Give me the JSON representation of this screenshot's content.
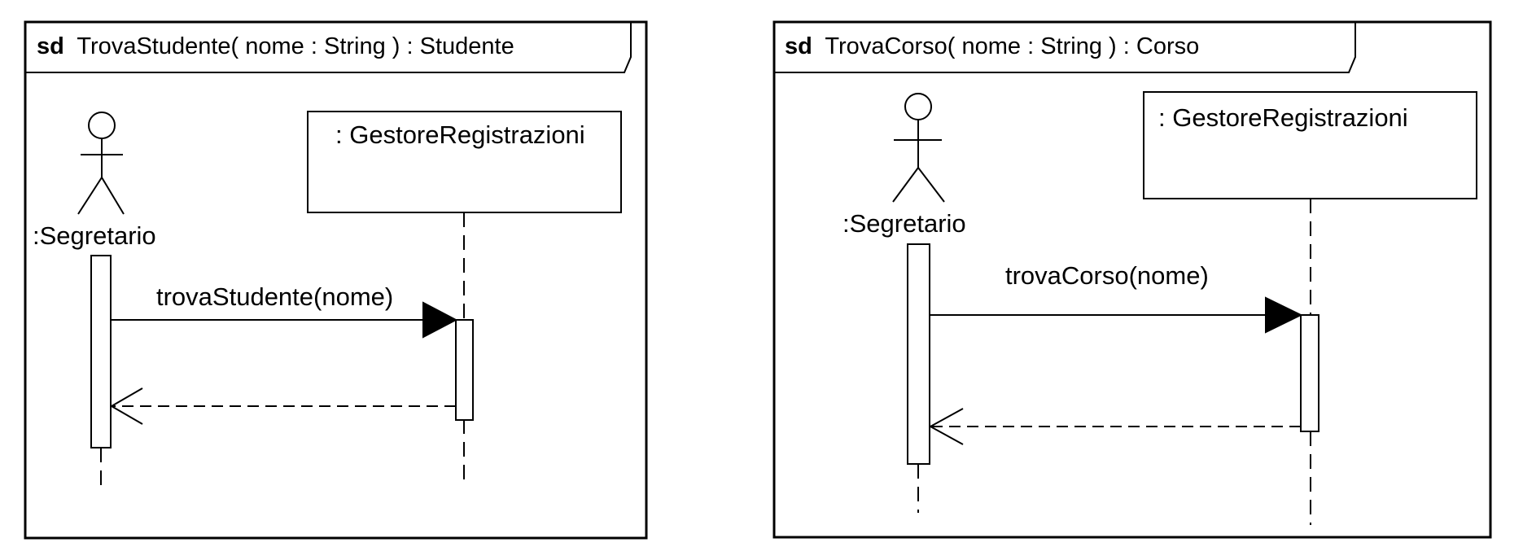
{
  "diagrams": [
    {
      "frame_keyword": "sd",
      "frame_title": "TrovaStudente( nome : String ) : Studente",
      "actor_label": ":Segretario",
      "lifeline_label": ": GestoreRegistrazioni",
      "message_label": "trovaStudente(nome)"
    },
    {
      "frame_keyword": "sd",
      "frame_title": "TrovaCorso( nome : String ) : Corso",
      "actor_label": ":Segretario",
      "lifeline_label": ": GestoreRegistrazioni",
      "message_label": "trovaCorso(nome)"
    }
  ]
}
